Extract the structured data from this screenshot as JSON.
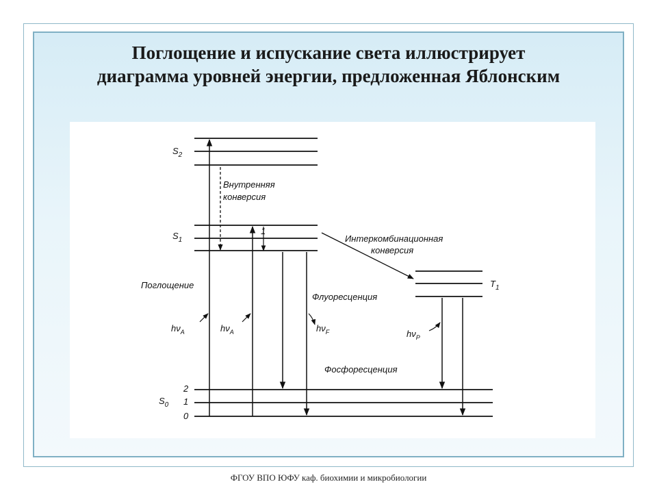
{
  "slide": {
    "title_line1": "Поглощение и испускание света  иллюстрирует",
    "title_line2": "диаграмма уровней энергии, предложенная Яблонским"
  },
  "diagram": {
    "levels": {
      "s2": "S",
      "s2_sub": "2",
      "s1": "S",
      "s1_sub": "1",
      "s0": "S",
      "s0_sub": "0",
      "t1": "T",
      "t1_sub": "1",
      "vib_2": "2",
      "vib_1": "1",
      "vib_0": "0"
    },
    "labels": {
      "internal_conversion_1": "Внутренняя",
      "internal_conversion_2": "конверсия",
      "intersystem_1": "Интеркомбинационная",
      "intersystem_2": "конверсия",
      "absorption": "Поглощение",
      "fluorescence": "Флуоресценция",
      "phosphorescence": "Фосфоресценция",
      "one_mark": "1",
      "hv": "hν",
      "hv_a_sub": "A",
      "hv_f_sub": "F",
      "hv_p_sub": "P"
    }
  },
  "footer": {
    "text": "ФГОУ ВПО ЮФУ  каф. биохимии и микробиологии"
  }
}
